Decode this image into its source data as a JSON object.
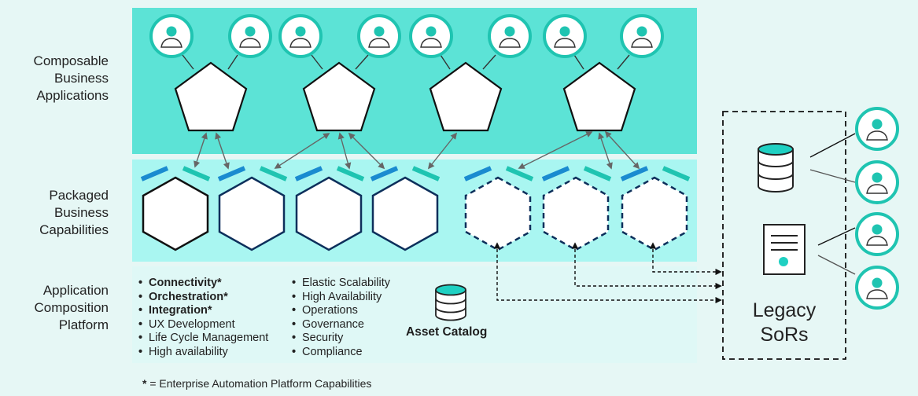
{
  "row_labels": {
    "composable": "Composable\nBusiness\nApplications",
    "packaged": "Packaged\nBusiness\nCapabilities",
    "platform": "Application\nComposition\nPlatform"
  },
  "platform_features": {
    "col1": [
      "Connectivity*",
      "Orchestration*",
      "Integration*",
      "UX Development",
      "Life Cycle Management",
      "High availability"
    ],
    "col1_bold": [
      true,
      true,
      true,
      false,
      false,
      false
    ],
    "col2": [
      "Elastic Scalability",
      "High Availability",
      "Operations",
      "Governance",
      "Security",
      "Compliance"
    ]
  },
  "asset_catalog_label": "Asset Catalog",
  "legacy_label": "Legacy\nSoRs",
  "footnote": {
    "marker": "*",
    "text": " = Enterprise Automation Platform Capabilities"
  },
  "icons": [
    "user-icon",
    "database-icon",
    "document-icon"
  ],
  "colors": {
    "top_band": "#5ce3d6",
    "mid_band": "#a9f6f1",
    "bottom_band": "#dff8f6",
    "accent_teal": "#1fc4b1",
    "accent_blue": "#1a8bd0",
    "hex_navy": "#0d2f5b"
  }
}
